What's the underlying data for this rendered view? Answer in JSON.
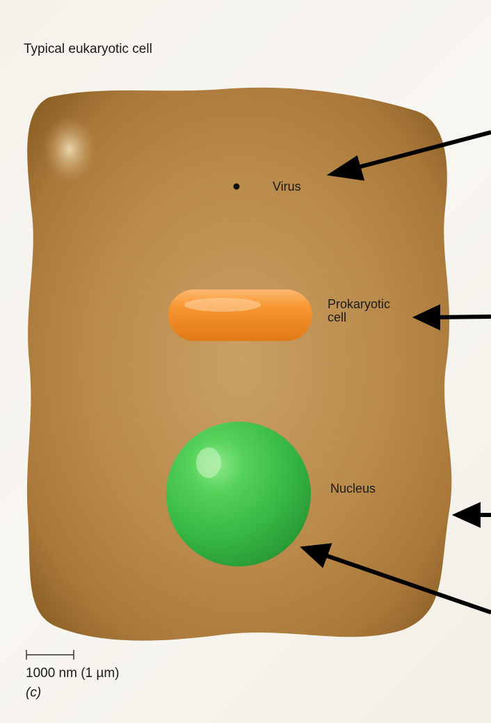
{
  "figure": {
    "title": "Typical eukaryotic cell",
    "labels": {
      "virus": "Virus",
      "prokaryotic_line1": "Prokaryotic",
      "prokaryotic_line2": "cell",
      "nucleus": "Nucleus"
    },
    "scale_bar": "1000 nm (1 µm)",
    "panel": "(c)",
    "colors": {
      "cell": "#b98a4a",
      "prokaryote": "#f08a2a",
      "nucleus": "#3fbf4a",
      "arrow": "#000000"
    }
  }
}
